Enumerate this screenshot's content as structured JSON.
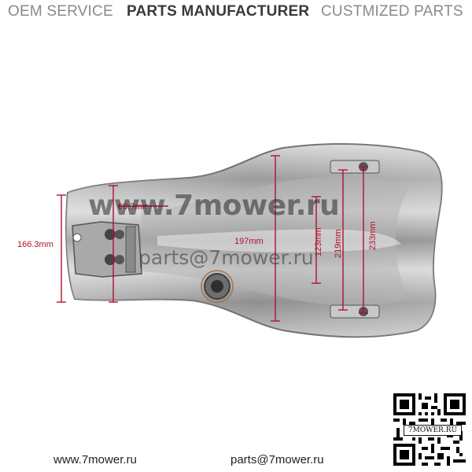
{
  "banner": {
    "oem_service": "OEM SERVICE",
    "parts_manufacturer": "PARTS MANUFACTURER",
    "customized_parts": "CUSTMIZED PARTS"
  },
  "dimensions": {
    "width_left": "166.3mm",
    "top_left": "80.7mm",
    "length": "197mm",
    "inner_123": "123mm",
    "inner_219": "219mm",
    "outer_right": "233mm"
  },
  "watermark": {
    "site": "www.7mower.ru",
    "email": "parts@7mower.ru"
  },
  "footer": {
    "website": "www.7mower.ru",
    "email": "parts@7mower.ru"
  },
  "qr": {
    "caption": "7MOWER.RU"
  },
  "colors": {
    "dimension_line": "#b01030",
    "banner_grey": "#8a8a8a",
    "banner_dark": "#3a3a3a"
  }
}
